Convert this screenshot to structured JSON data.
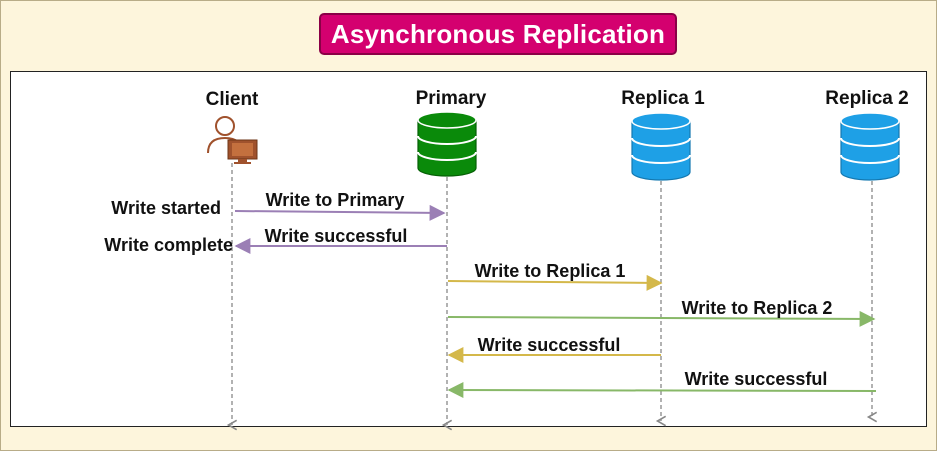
{
  "title": "Asynchronous Replication",
  "participants": [
    {
      "id": "client",
      "label": "Client",
      "icon": "user-computer-icon",
      "color": "#a0522d"
    },
    {
      "id": "primary",
      "label": "Primary",
      "icon": "database-icon",
      "color": "#0a8a0a"
    },
    {
      "id": "replica1",
      "label": "Replica 1",
      "icon": "database-icon",
      "color": "#1ea0e6"
    },
    {
      "id": "replica2",
      "label": "Replica 2",
      "icon": "database-icon",
      "color": "#1ea0e6"
    }
  ],
  "side_labels": {
    "write_started": "Write started",
    "write_complete": "Write complete"
  },
  "messages": [
    {
      "id": "m1",
      "from": "client",
      "to": "primary",
      "label": "Write to Primary",
      "color": "#9b7fb5"
    },
    {
      "id": "m2",
      "from": "primary",
      "to": "client",
      "label": "Write successful",
      "color": "#9b7fb5"
    },
    {
      "id": "m3",
      "from": "primary",
      "to": "replica1",
      "label": "Write to Replica 1",
      "color": "#d4b84a"
    },
    {
      "id": "m4",
      "from": "primary",
      "to": "replica2",
      "label": "Write to Replica 2",
      "color": "#88b868"
    },
    {
      "id": "m5",
      "from": "replica1",
      "to": "primary",
      "label": "Write successful",
      "color": "#d4b84a"
    },
    {
      "id": "m6",
      "from": "replica2",
      "to": "primary",
      "label": "Write successful",
      "color": "#88b868"
    }
  ]
}
